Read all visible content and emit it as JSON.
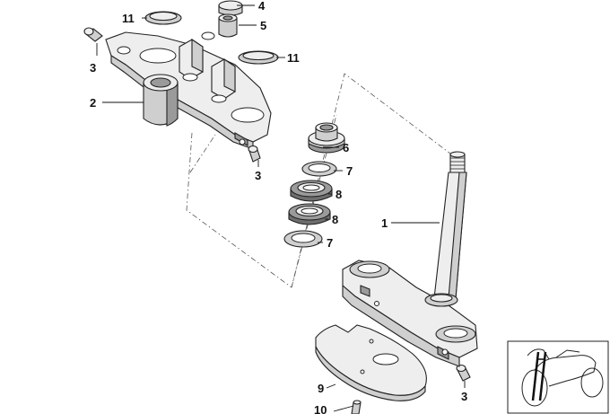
{
  "part_numbers": {
    "p1": "1",
    "p2": "2",
    "p3a": "3",
    "p3b": "3",
    "p3c": "3",
    "p4": "4",
    "p5": "5",
    "p6": "6",
    "p7a": "7",
    "p7b": "7",
    "p8a": "8",
    "p8b": "8",
    "p9": "9",
    "p10": "10",
    "p11a": "11",
    "p11b": "11"
  },
  "colors": {
    "line": "#222222",
    "shade_light": "#eeeeee",
    "shade_mid": "#cfcfcf",
    "shade_dark": "#9a9a9a"
  }
}
